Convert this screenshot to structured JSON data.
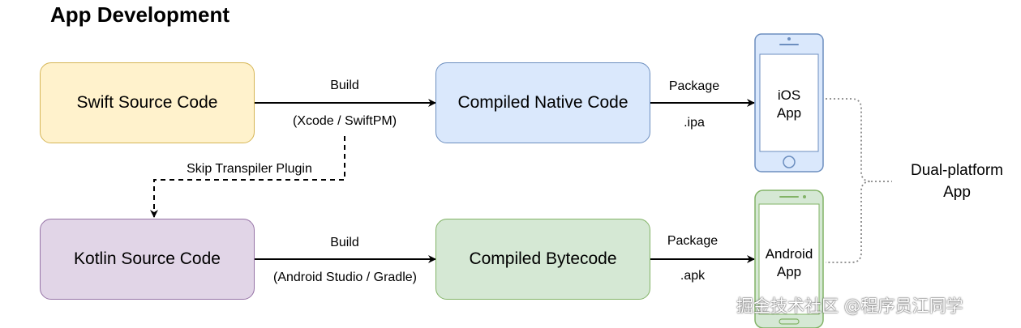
{
  "title": "App Development",
  "nodes": {
    "swift": "Swift Source Code",
    "native": "Compiled Native Code",
    "kotlin": "Kotlin Source Code",
    "bytecode": "Compiled Bytecode"
  },
  "edges": {
    "swift_build": {
      "top": "Build",
      "bottom": "(Xcode / SwiftPM)"
    },
    "skip": "Skip Transpiler Plugin",
    "ios_package": {
      "top": "Package",
      "bottom": ".ipa"
    },
    "kotlin_build": {
      "top": "Build",
      "bottom": "(Android Studio / Gradle)"
    },
    "android_package": {
      "top": "Package",
      "bottom": ".apk"
    }
  },
  "devices": {
    "ios": {
      "line1": "iOS",
      "line2": "App"
    },
    "android": {
      "line1": "Android",
      "line2": "App"
    }
  },
  "dual_platform": {
    "line1": "Dual-platform",
    "line2": "App"
  },
  "watermark": "掘金技术社区 @程序员江同学",
  "colors": {
    "swift_fill": "#fff2cc",
    "native_fill": "#dae8fc",
    "kotlin_fill": "#e1d5e7",
    "bytecode_fill": "#d5e8d4",
    "ios_device": "#dae8fc",
    "android_device": "#d5e8d4"
  }
}
